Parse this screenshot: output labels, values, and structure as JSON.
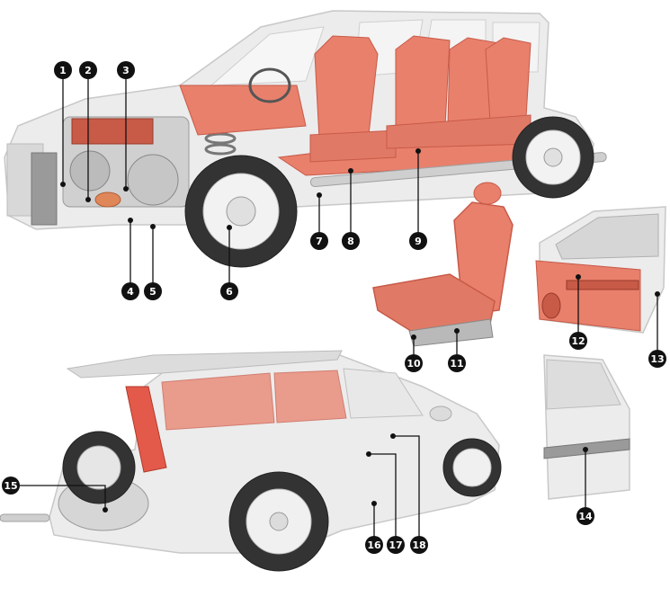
{
  "colors": {
    "background": "#ffffff",
    "body_gray": "#e4e4e4",
    "body_outline": "#c8c8c8",
    "interior_red": "#e8806c",
    "interior_dark": "#c85a48",
    "tire": "#333333",
    "callout": "#111111",
    "callout_text": "#ffffff"
  },
  "callouts": [
    {
      "id": "1",
      "label": "1"
    },
    {
      "id": "2",
      "label": "2"
    },
    {
      "id": "3",
      "label": "3"
    },
    {
      "id": "4",
      "label": "4"
    },
    {
      "id": "5",
      "label": "5"
    },
    {
      "id": "6",
      "label": "6"
    },
    {
      "id": "7",
      "label": "7"
    },
    {
      "id": "8",
      "label": "8"
    },
    {
      "id": "9",
      "label": "9"
    },
    {
      "id": "10",
      "label": "10"
    },
    {
      "id": "11",
      "label": "11"
    },
    {
      "id": "12",
      "label": "12"
    },
    {
      "id": "13",
      "label": "13"
    },
    {
      "id": "14",
      "label": "14"
    },
    {
      "id": "15",
      "label": "15"
    },
    {
      "id": "16",
      "label": "16"
    },
    {
      "id": "17",
      "label": "17"
    },
    {
      "id": "18",
      "label": "18"
    }
  ],
  "illustrations": [
    {
      "name": "cutaway-car-icon"
    },
    {
      "name": "car-seat-icon"
    },
    {
      "name": "front-door-panel-icon"
    },
    {
      "name": "door-outer-panel-icon"
    },
    {
      "name": "station-wagon-rear-icon"
    }
  ]
}
